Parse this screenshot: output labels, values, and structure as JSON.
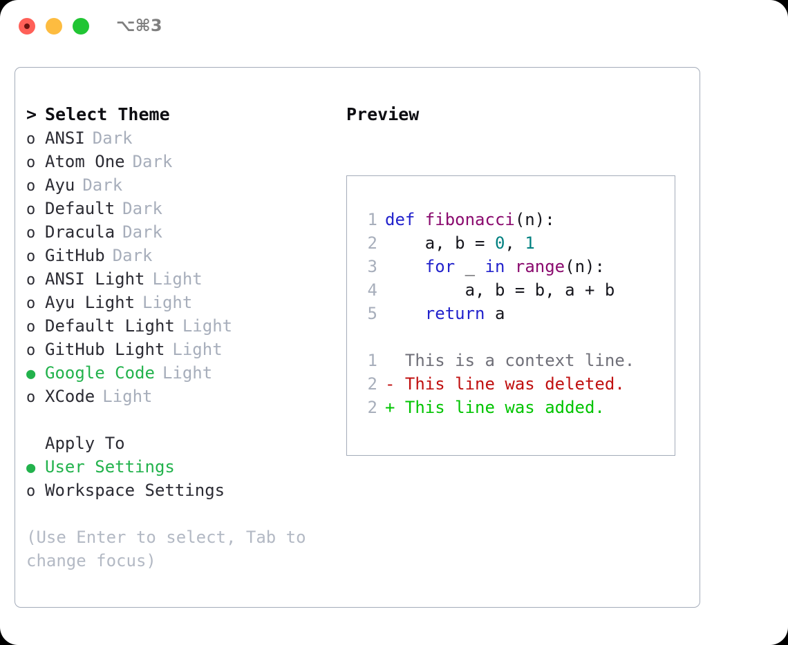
{
  "titlebar": {
    "shortcut": "⌥⌘3",
    "lights": [
      {
        "name": "close",
        "color": "#ff6058"
      },
      {
        "name": "minimize",
        "color": "#fdbc40"
      },
      {
        "name": "maximize",
        "color": "#21c534"
      }
    ]
  },
  "left": {
    "header": {
      "marker": ">",
      "label": "Select Theme"
    },
    "themes": [
      {
        "marker": "o",
        "name": "ANSI",
        "variant": "Dark",
        "selected": false
      },
      {
        "marker": "o",
        "name": "Atom One",
        "variant": "Dark",
        "selected": false
      },
      {
        "marker": "o",
        "name": "Ayu",
        "variant": "Dark",
        "selected": false
      },
      {
        "marker": "o",
        "name": "Default",
        "variant": "Dark",
        "selected": false
      },
      {
        "marker": "o",
        "name": "Dracula",
        "variant": "Dark",
        "selected": false
      },
      {
        "marker": "o",
        "name": "GitHub",
        "variant": "Dark",
        "selected": false
      },
      {
        "marker": "o",
        "name": "ANSI Light",
        "variant": "Light",
        "selected": false
      },
      {
        "marker": "o",
        "name": "Ayu Light",
        "variant": "Light",
        "selected": false
      },
      {
        "marker": "o",
        "name": "Default Light",
        "variant": "Light",
        "selected": false
      },
      {
        "marker": "o",
        "name": "GitHub Light",
        "variant": "Light",
        "selected": false
      },
      {
        "marker": "●",
        "name": "Google Code",
        "variant": "Light",
        "selected": true
      },
      {
        "marker": "o",
        "name": "XCode",
        "variant": "Light",
        "selected": false
      }
    ],
    "apply_to": {
      "title": "Apply To",
      "options": [
        {
          "marker": "●",
          "label": "User Settings",
          "selected": true
        },
        {
          "marker": "o",
          "label": "Workspace Settings",
          "selected": false
        }
      ]
    },
    "hint": "(Use Enter to select, Tab to change focus)"
  },
  "right": {
    "preview_title": "Preview",
    "code": [
      {
        "lineno": "1",
        "tokens": [
          {
            "t": "def ",
            "c": "kw"
          },
          {
            "t": "fibonacci",
            "c": "fn"
          },
          {
            "t": "(n):",
            "c": "pln"
          }
        ]
      },
      {
        "lineno": "2",
        "tokens": [
          {
            "t": "    a, b = ",
            "c": "pln"
          },
          {
            "t": "0",
            "c": "num"
          },
          {
            "t": ", ",
            "c": "pln"
          },
          {
            "t": "1",
            "c": "num"
          }
        ]
      },
      {
        "lineno": "3",
        "tokens": [
          {
            "t": "    ",
            "c": "pln"
          },
          {
            "t": "for",
            "c": "kw"
          },
          {
            "t": " _ ",
            "c": "pln"
          },
          {
            "t": "in",
            "c": "kw"
          },
          {
            "t": " ",
            "c": "pln"
          },
          {
            "t": "range",
            "c": "fn"
          },
          {
            "t": "(n):",
            "c": "pln"
          }
        ]
      },
      {
        "lineno": "4",
        "tokens": [
          {
            "t": "        a, b = b, a + b",
            "c": "pln"
          }
        ]
      },
      {
        "lineno": "5",
        "tokens": [
          {
            "t": "    ",
            "c": "pln"
          },
          {
            "t": "return",
            "c": "kw"
          },
          {
            "t": " a",
            "c": "pln"
          }
        ]
      }
    ],
    "diff": [
      {
        "lineno": "1",
        "text": "  This is a context line.",
        "kind": "ctx"
      },
      {
        "lineno": "2",
        "text": "- This line was deleted.",
        "kind": "del"
      },
      {
        "lineno": "2",
        "text": "+ This line was added.",
        "kind": "add"
      }
    ]
  },
  "colors": {
    "accent_green": "#22b24c",
    "muted": "#a7aebb",
    "border": "#a3abb9",
    "keyword": "#2222cc",
    "function": "#8a0a6e",
    "number": "#008080",
    "diff_delete": "#c01010",
    "diff_add": "#00c400",
    "diff_context": "#6f6f78"
  }
}
